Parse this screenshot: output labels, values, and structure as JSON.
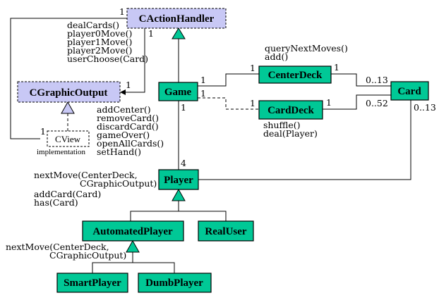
{
  "classes": {
    "caction_handler": "CActionHandler",
    "cgraphic_output": "CGraphicOutput",
    "cview": "CView",
    "game": "Game",
    "center_deck": "CenterDeck",
    "card_deck": "CardDeck",
    "card": "Card",
    "player": "Player",
    "automated_player": "AutomatedPlayer",
    "real_user": "RealUser",
    "smart_player": "SmartPlayer",
    "dumb_player": "DumbPlayer"
  },
  "labels": {
    "implementation": "implementation"
  },
  "operations": {
    "action_handler": [
      "dealCards()",
      "player0Move()",
      "player1Move()",
      "player2Move()",
      "userChoose(Card)"
    ],
    "graphic_output": [
      "addCenter()",
      "removeCard()",
      "discardCard()",
      "gameOver()",
      "openAllCards()",
      "setHand()"
    ],
    "center_deck": [
      "queryNextMoves()",
      "add()"
    ],
    "card_deck": [
      "shuffle()",
      "deal(Player)"
    ],
    "player": [
      "nextMove(CenterDeck,",
      "CGraphicOutput)",
      "addCard(Card)",
      "has(Card)"
    ],
    "automated_player": [
      "nextMove(CenterDeck,",
      "CGraphicOutput)"
    ]
  },
  "multiplicities": {
    "handler_top": "1",
    "handler_right": "1",
    "graphic_output_right": "1",
    "cview_left": "1",
    "game_center_deck": "1",
    "center_deck_game": "1",
    "game_card_deck": "1",
    "card_deck_game": "1",
    "game_player": "1",
    "player_game": "4",
    "center_deck_card_1": "1",
    "center_deck_card_many": "0..13",
    "card_deck_card_1": "1",
    "card_deck_card_many": "0..52",
    "player_card_many": "0..13"
  },
  "colors": {
    "class_fill": "#00c896",
    "interface_fill": "#c8c8f5",
    "generalization_fill": "#00c896",
    "interface_realization_fill": "#c8c8f5"
  }
}
